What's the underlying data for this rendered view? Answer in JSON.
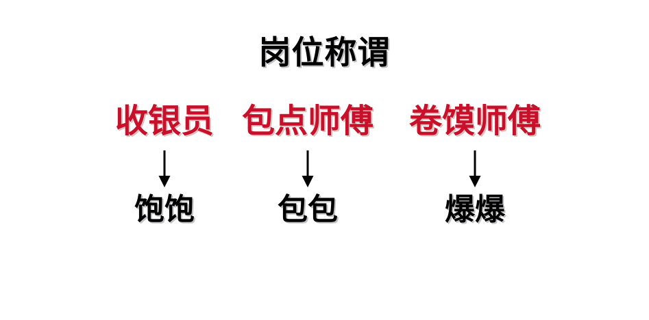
{
  "page": {
    "title": "岗位称谓",
    "background_color": "#ffffff",
    "role_color": "#c8102a",
    "nickname_color": "#000000",
    "arrow_color": "#000000"
  },
  "columns": [
    {
      "role": "收银员",
      "nickname": "饱饱",
      "arrow": "down-arrow"
    },
    {
      "role": "包点师傅",
      "nickname": "包包",
      "arrow": "down-arrow"
    },
    {
      "role": "卷馍师傅",
      "nickname": "爆爆",
      "arrow": "down-arrow"
    }
  ]
}
